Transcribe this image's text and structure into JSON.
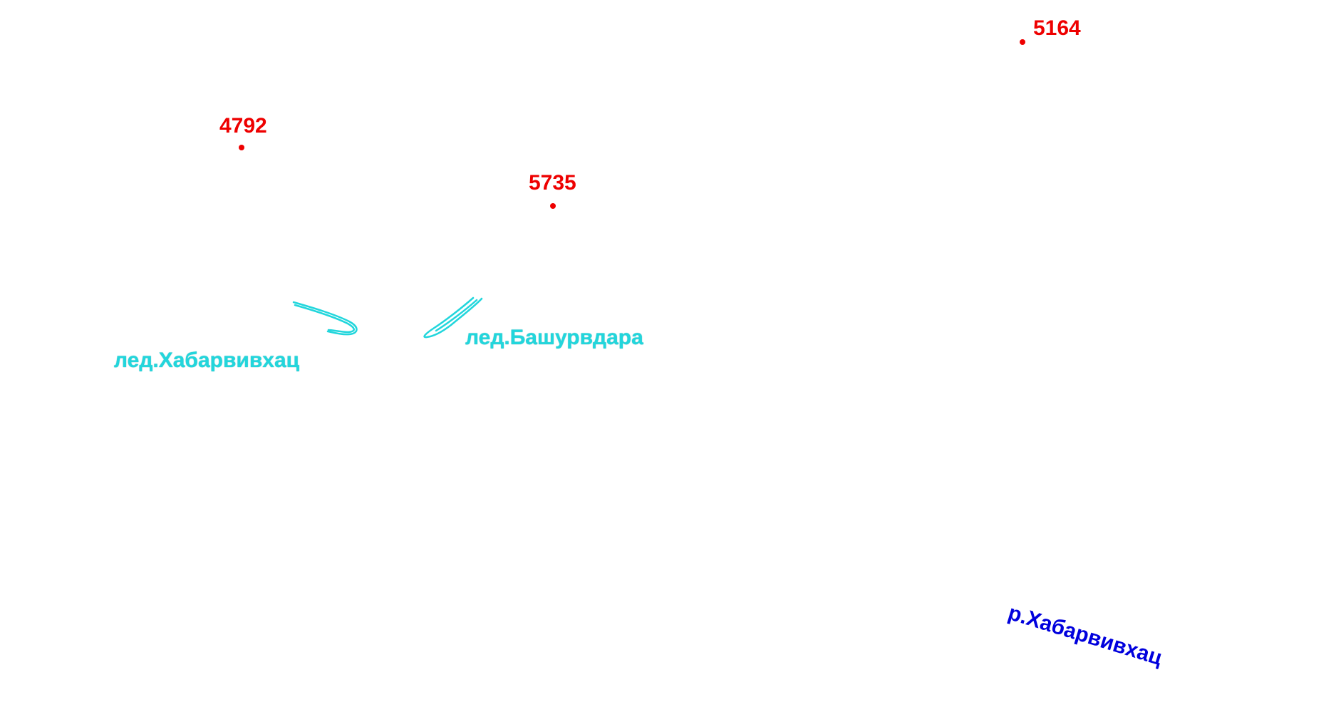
{
  "peaks": [
    {
      "id": "peak-5164",
      "elevation": "5164"
    },
    {
      "id": "peak-4792",
      "elevation": "4792"
    },
    {
      "id": "peak-5735",
      "elevation": "5735"
    }
  ],
  "glaciers": [
    {
      "id": "glacier-khabarvivkhats",
      "name": "лед.Хабарвивхац"
    },
    {
      "id": "glacier-bashurvdara",
      "name": "лед.Башурвдара"
    }
  ],
  "rivers": [
    {
      "id": "river-khabarvivkhats",
      "name": "р.Хабарвивхац"
    }
  ],
  "colors": {
    "background": "#ffffff",
    "peak": "#ee0000",
    "glacier": "#22d6dc",
    "river": "#0000dd"
  }
}
